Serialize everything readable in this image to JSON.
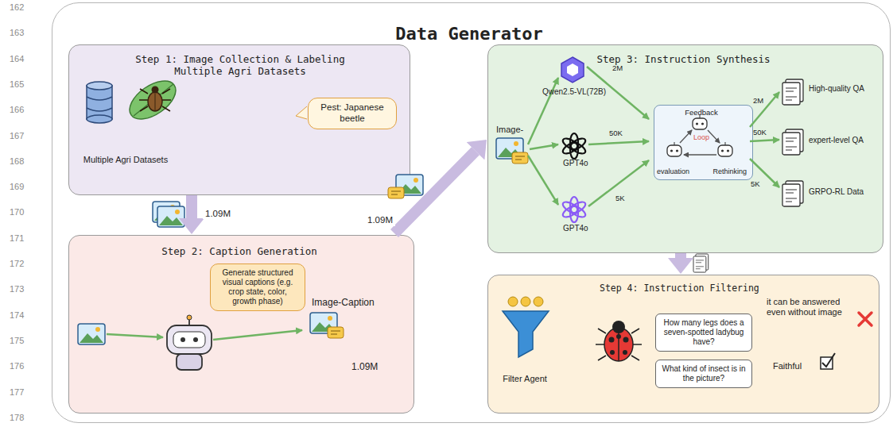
{
  "diagram": {
    "nodes": [
      {
        "text": [
          "Data Generator"
        ]
      },
      {
        "text": [
          "Step 1: Image Collection & Labeling Multiple Agri Datasets",
          "Multiple Agri Datasets"
        ],
        "in": 0
      },
      {
        "text": [
          "Pest: Japanese beetle"
        ],
        "in": 1
      },
      {
        "text": [
          "Step 2: Caption Generation",
          "Image-Caption",
          "1.09M"
        ],
        "in": 0
      },
      {
        "text": [
          "Generate structured visual captions (e.g. crop state, color, growth phase)"
        ],
        "in": 3
      },
      {
        "text": [
          "Step 3: Instruction Synthesis",
          "Image-"
        ],
        "in": 0
      },
      {
        "text": [
          "Feedback",
          "Loop",
          "evaluation",
          "Rethinking"
        ],
        "in": 5
      },
      {
        "text": [
          "Step 4: Instruction Filtering",
          "Filter Agent",
          "it can be answered even without image",
          "Faithful"
        ],
        "in": 0
      },
      {
        "text": [
          "How many legs does a seven-spotted ladybug have?"
        ],
        "in": 7
      },
      {
        "text": [
          "What kind of insect is in the picture?"
        ],
        "in": 7
      }
    ],
    "edges": [
      {
        "from": 1,
        "to": 3,
        "label": "1.09M",
        "arrow": "to"
      },
      {
        "from": 3,
        "to": 5,
        "label": "1.09M",
        "arrow": "to"
      },
      {
        "from": 5,
        "to": 7,
        "arrow": "to"
      }
    ],
    "labels": [
      "162",
      "163",
      "164",
      "165",
      "166",
      "167",
      "168",
      "169",
      "170",
      "171",
      "172",
      "173",
      "174",
      "175",
      "176",
      "177",
      "178",
      "Qwen2.5-VL(72B)",
      "2M",
      "GPT4o",
      "50K",
      "GPT4o",
      "5K",
      "2M",
      "High-quality QA",
      "50K",
      "expert-level QA",
      "5K",
      "GRPO-RL Data"
    ]
  }
}
